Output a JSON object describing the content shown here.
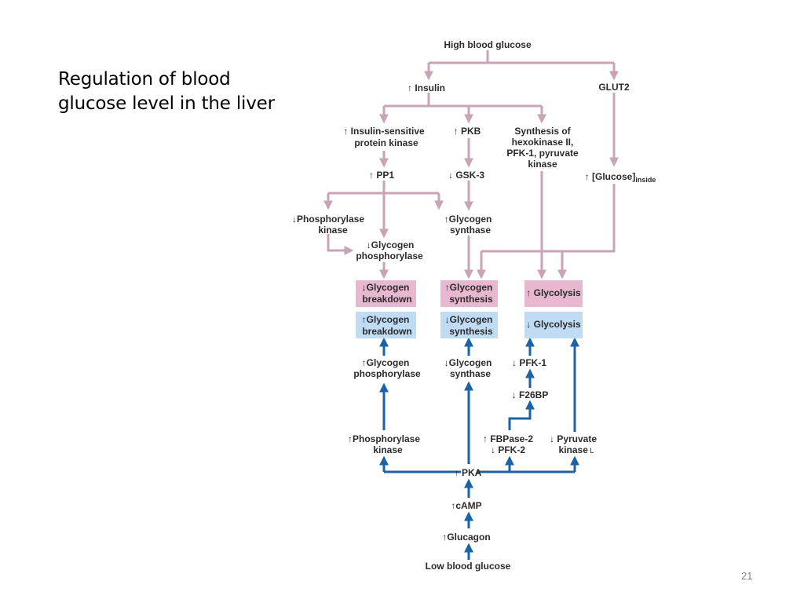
{
  "slide": {
    "title": "Regulation of blood\nglucose level in the liver",
    "page_number": "21"
  },
  "colors": {
    "pink_line": "#c9a4b7",
    "pink_box": "#e7b8cf",
    "blue_line": "#1a63a8",
    "blue_box": "#c0dcf4"
  },
  "glyphs": {
    "up": "↑",
    "down": "↓"
  },
  "top": {
    "high_blood_glucose": "High blood glucose",
    "insulin": "Insulin",
    "glut2": "GLUT2",
    "insulin_sensitive_kinase": [
      "Insulin-sensitive",
      "protein kinase"
    ],
    "pkb": "PKB",
    "synthesis_of": [
      "Synthesis of",
      "hexokinase II,",
      "PFK-1, pyruvate",
      "kinase"
    ],
    "pp1": "PP1",
    "gsk3": "GSK-3",
    "glucose_inside": "[Glucose]",
    "glucose_inside_sub": "inside",
    "phosphorylase_kinase": [
      "Phosphorylase",
      "kinase"
    ],
    "glycogen_synthase": [
      "Glycogen",
      "synthase"
    ],
    "glycogen_phosphorylase": [
      "Glycogen",
      "phosphorylase"
    ]
  },
  "pink_boxes": {
    "glycogen_breakdown": [
      "Glycogen",
      "breakdown"
    ],
    "glycogen_synthesis": [
      "Glycogen",
      "synthesis"
    ],
    "glycolysis": "Glycolysis"
  },
  "blue_boxes": {
    "glycogen_breakdown": [
      "Glycogen",
      "breakdown"
    ],
    "glycogen_synthesis": [
      "Glycogen",
      "synthesis"
    ],
    "glycolysis": "Glycolysis"
  },
  "bottom": {
    "glycogen_phosphorylase": [
      "Glycogen",
      "phosphorylase"
    ],
    "glycogen_synthase": [
      "Glycogen",
      "synthase"
    ],
    "pfk1": "PFK-1",
    "f26bp": "F26BP",
    "phosphorylase_kinase": [
      "Phosphorylase",
      "kinase"
    ],
    "fbpase2": "FBPase-2",
    "pfk2": "PFK-2",
    "pyruvate_kinase": [
      "Pyruvate",
      "kinase"
    ],
    "pyruvate_kinase_suffix": "L",
    "pka": "PKA",
    "camp": "cAMP",
    "glucagon": "Glucagon",
    "low_blood_glucose": "Low blood glucose"
  }
}
